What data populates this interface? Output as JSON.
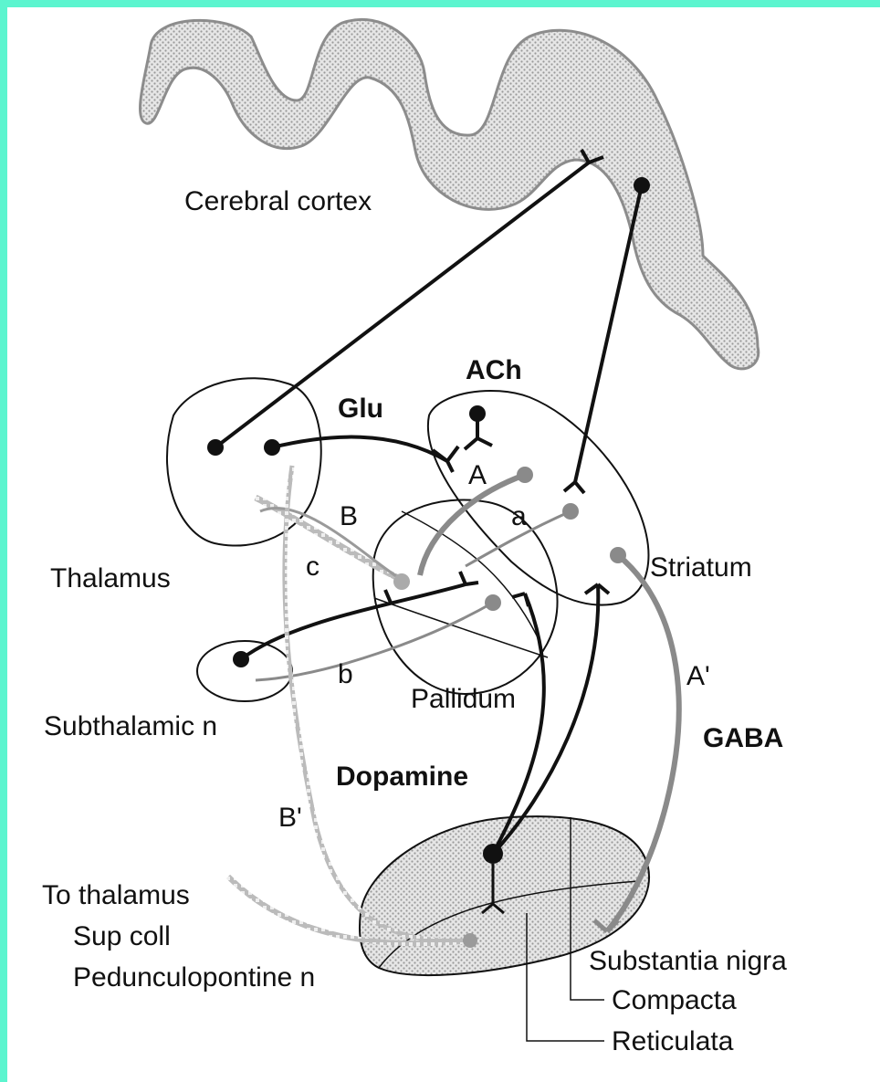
{
  "labels": {
    "cortex": "Cerebral cortex",
    "glu": "Glu",
    "ach": "ACh",
    "thalamus": "Thalamus",
    "striatum": "Striatum",
    "subthalamic": "Subthalamic n",
    "pallidum": "Pallidum",
    "dopamine": "Dopamine",
    "gaba": "GABA",
    "a_upper": "A",
    "a_lower": "a",
    "b_upper": "B",
    "b_lower": "b",
    "c_lower": "c",
    "a_prime": "A'",
    "b_prime": "B'",
    "to_thalamus": "To thalamus",
    "sup_coll": "Sup coll",
    "pedunculopontine": "Pedunculopontine n",
    "substantia_nigra": "Substantia nigra",
    "compacta": "Compacta",
    "reticulata": "Reticulata"
  },
  "colors": {
    "frame": "#5cf5cf",
    "ink": "#111111",
    "gray_pathway": "#8a8a8a",
    "stipple": "#bdbdbd"
  }
}
